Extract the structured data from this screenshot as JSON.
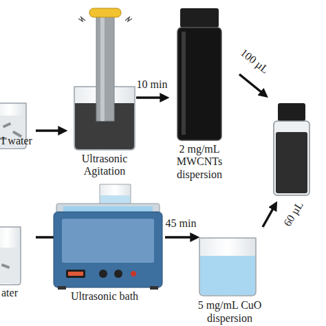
{
  "diagram": {
    "labels": [
      "I water",
      "Ultrasonic Agitation",
      "10 min",
      "2 mg/mL MWCNTs dispersion",
      "100 µL",
      "60 µL",
      "ater",
      "Ultrasonic bath",
      "45 min",
      "5 mg/mL CuO dispersion"
    ]
  }
}
